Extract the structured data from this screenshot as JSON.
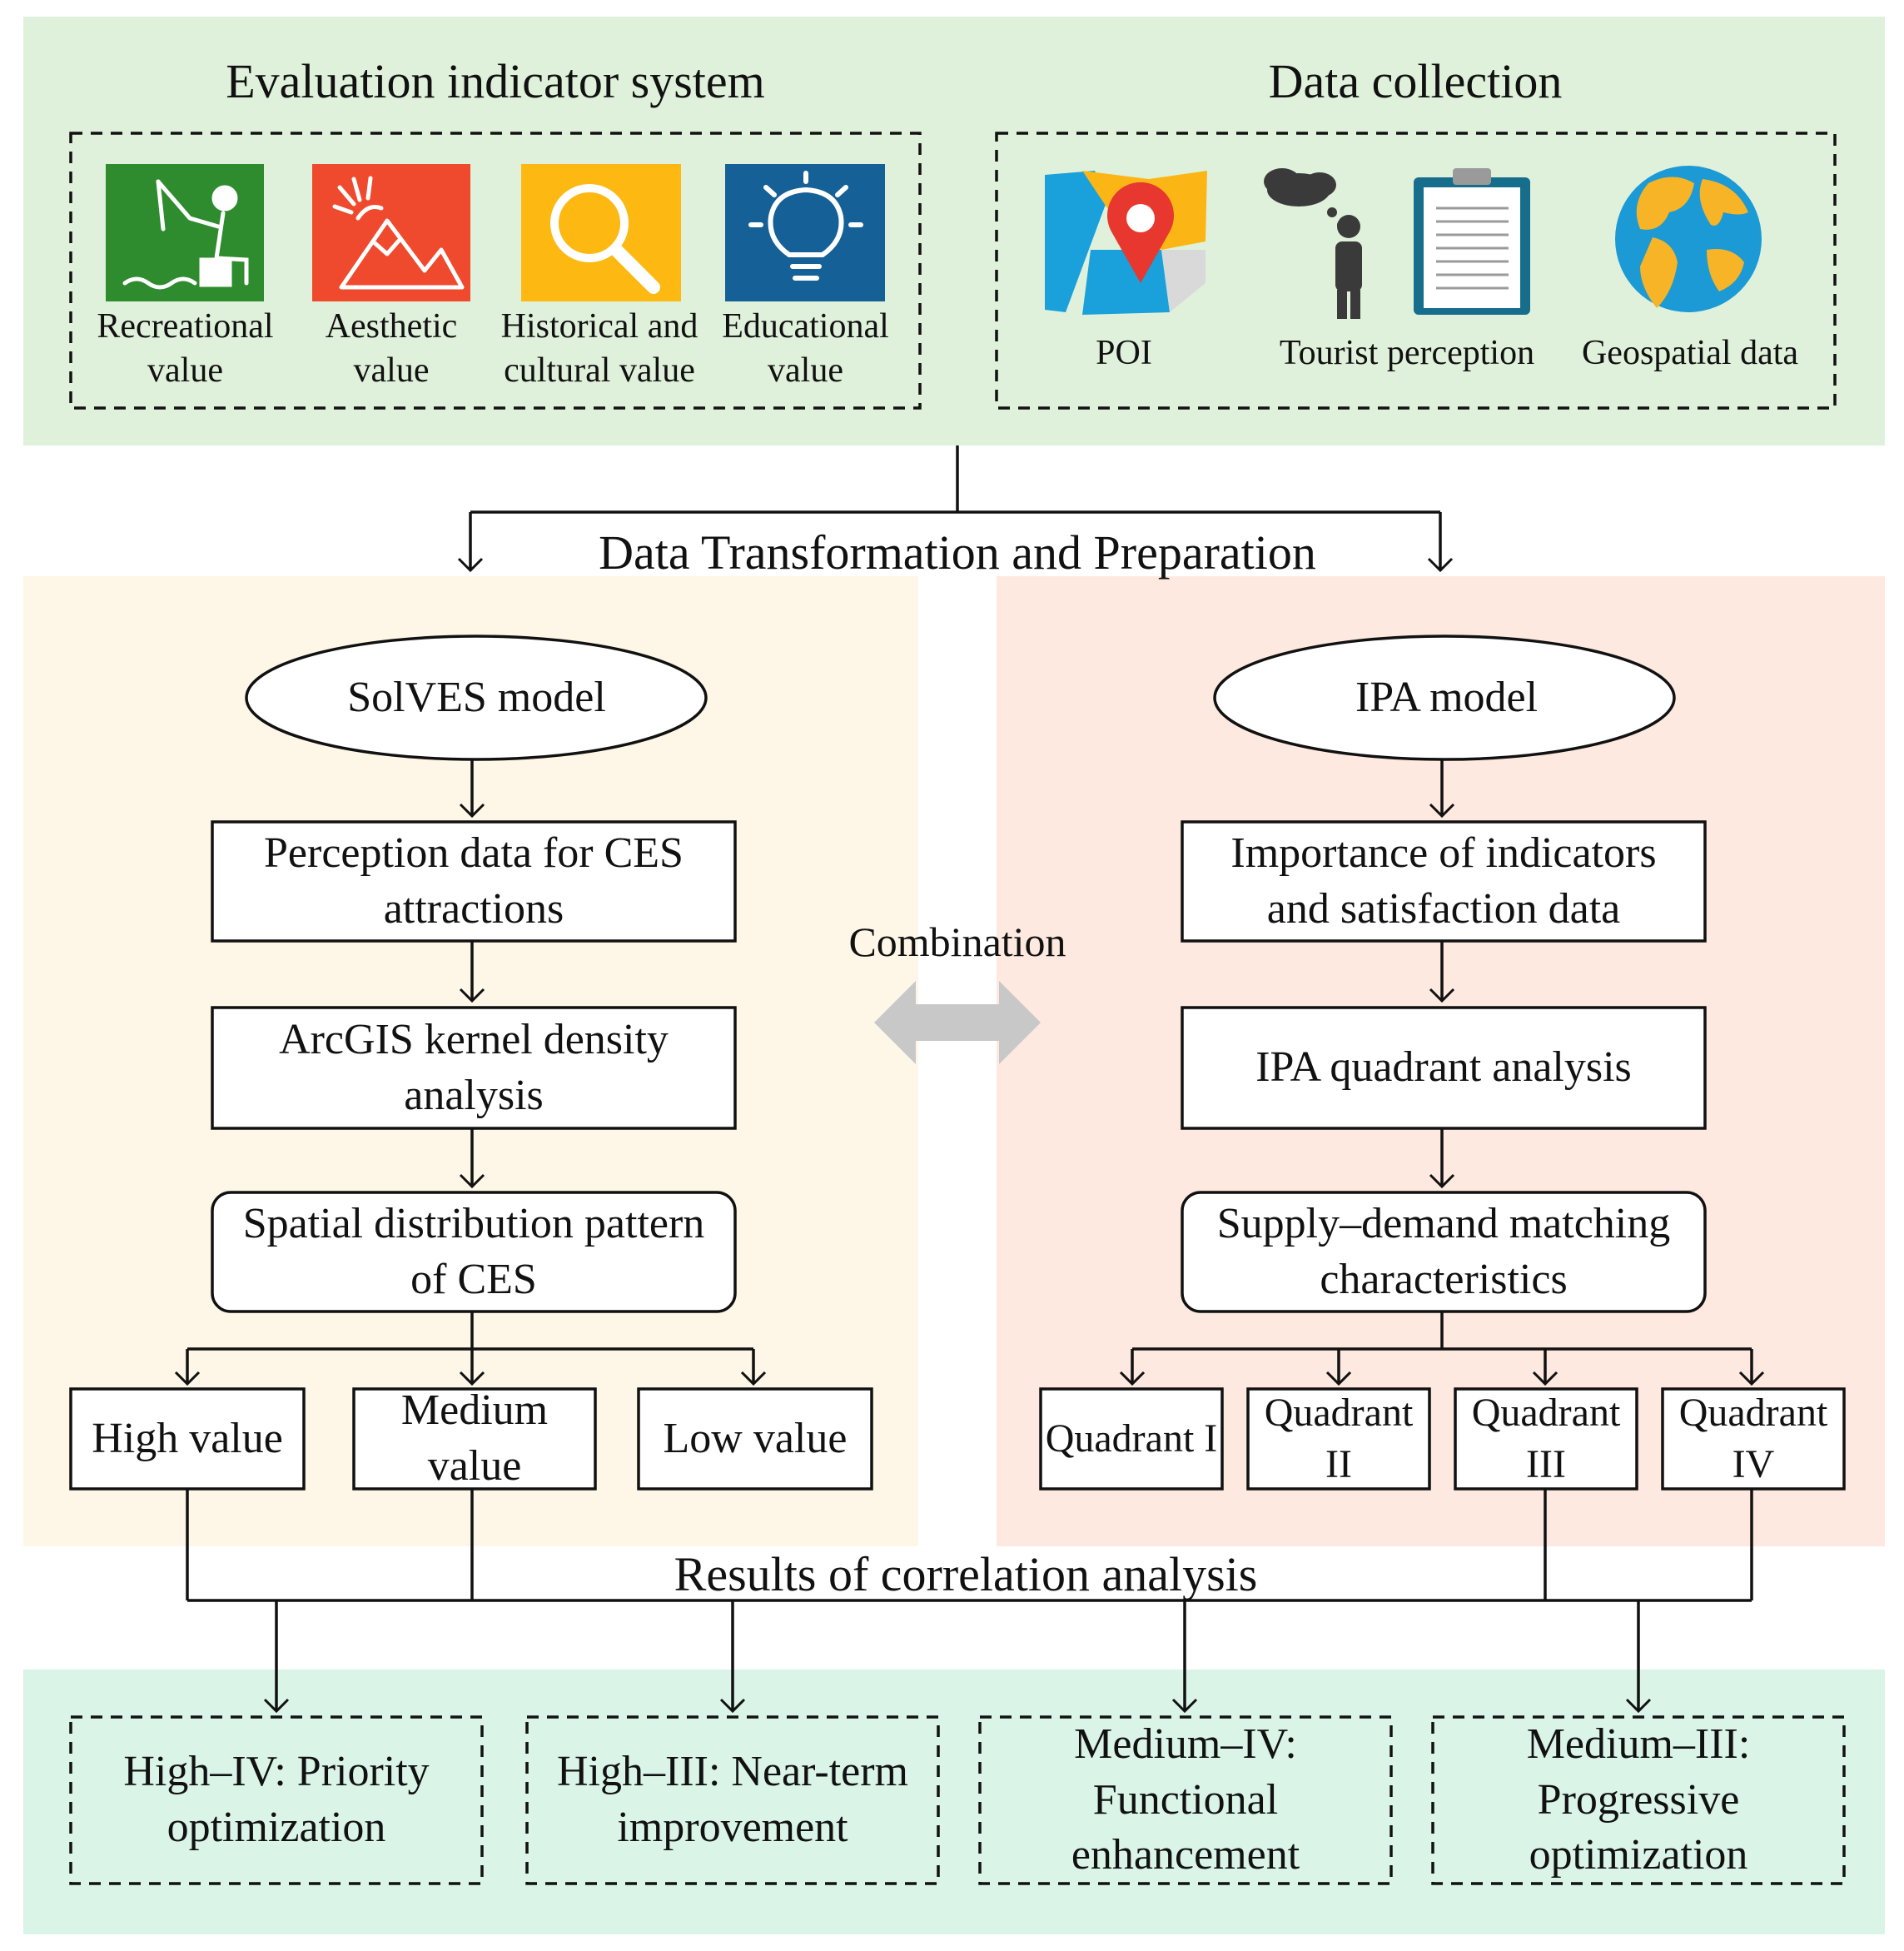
{
  "titles": {
    "evaluation_indicator_system": "Evaluation indicator system",
    "data_collection": "Data collection",
    "data_transformation": "Data Transformation and Preparation",
    "combination": "Combination",
    "results_correlation": "Results of correlation analysis"
  },
  "indicators": [
    {
      "label": "Recreational value",
      "icon": "fishing-person-icon",
      "color": "#2E8B2E"
    },
    {
      "label": "Aesthetic value",
      "icon": "mountain-sun-icon",
      "color": "#F04A2E"
    },
    {
      "label": "Historical and cultural value",
      "icon": "magnifier-icon",
      "color": "#FDB812"
    },
    {
      "label": "Educational value",
      "icon": "lightbulb-icon",
      "color": "#156096"
    }
  ],
  "data_sources": [
    {
      "label": "POI",
      "icon": "map-pin-icon"
    },
    {
      "label": "Tourist perception",
      "icon": "thinking-person-clipboard-icon"
    },
    {
      "label": "Geospatial data",
      "icon": "globe-icon"
    }
  ],
  "solves": {
    "model": "SolVES model",
    "steps": [
      "Perception data for CES attractions",
      "ArcGIS kernel density analysis",
      "Spatial distribution pattern of CES"
    ],
    "levels": [
      "High value",
      "Medium value",
      "Low value"
    ]
  },
  "ipa": {
    "model": "IPA model",
    "steps": [
      "Importance of indicators and satisfaction data",
      "IPA quadrant analysis",
      "Supply–demand matching characteristics"
    ],
    "quadrants": [
      "Quadrant I",
      "Quadrant II",
      "Quadrant III",
      "Quadrant IV"
    ]
  },
  "results": [
    "High–IV: Priority optimization",
    "High–III: Near-term improvement",
    "Medium–IV: Functional enhancement",
    "Medium–III: Progressive optimization"
  ],
  "colors": {
    "top_band": "#E0F1DB",
    "left_panel": "#FEF7E8",
    "right_panel": "#FDE9DF",
    "bottom_band": "#DAF4E8",
    "combination_arrow": "#C8C8C8"
  }
}
